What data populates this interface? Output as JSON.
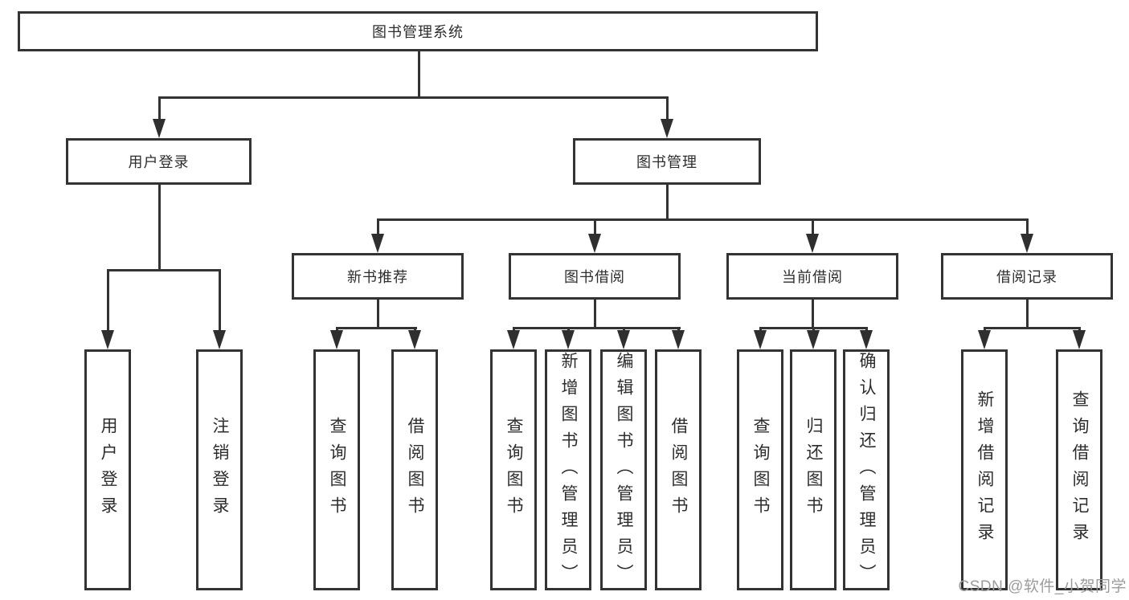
{
  "colors": {
    "line": "#333333",
    "box_border": "#333333",
    "text": "#2d2d2d",
    "watermark": "#9c9c9c",
    "background": "#ffffff"
  },
  "tree": {
    "root": {
      "label": "图书管理系统"
    },
    "branches": [
      {
        "label": "用户登录",
        "leaves": [
          {
            "label": "用户登录"
          },
          {
            "label": "注销登录"
          }
        ]
      },
      {
        "label": "图书管理",
        "groups": [
          {
            "label": "新书推荐",
            "leaves": [
              {
                "label": "查询图书"
              },
              {
                "label": "借阅图书"
              }
            ]
          },
          {
            "label": "图书借阅",
            "leaves": [
              {
                "label": "查询图书"
              },
              {
                "label": "新增图书（管理员）"
              },
              {
                "label": "编辑图书（管理员）"
              },
              {
                "label": "借阅图书"
              }
            ]
          },
          {
            "label": "当前借阅",
            "leaves": [
              {
                "label": "查询图书"
              },
              {
                "label": "归还图书"
              },
              {
                "label": "确认归还（管理员）"
              }
            ]
          },
          {
            "label": "借阅记录",
            "leaves": [
              {
                "label": "新增借阅记录"
              },
              {
                "label": "查询借阅记录"
              }
            ]
          }
        ]
      }
    ]
  },
  "watermark": {
    "text": "CSDN @软件_小贺同学"
  }
}
